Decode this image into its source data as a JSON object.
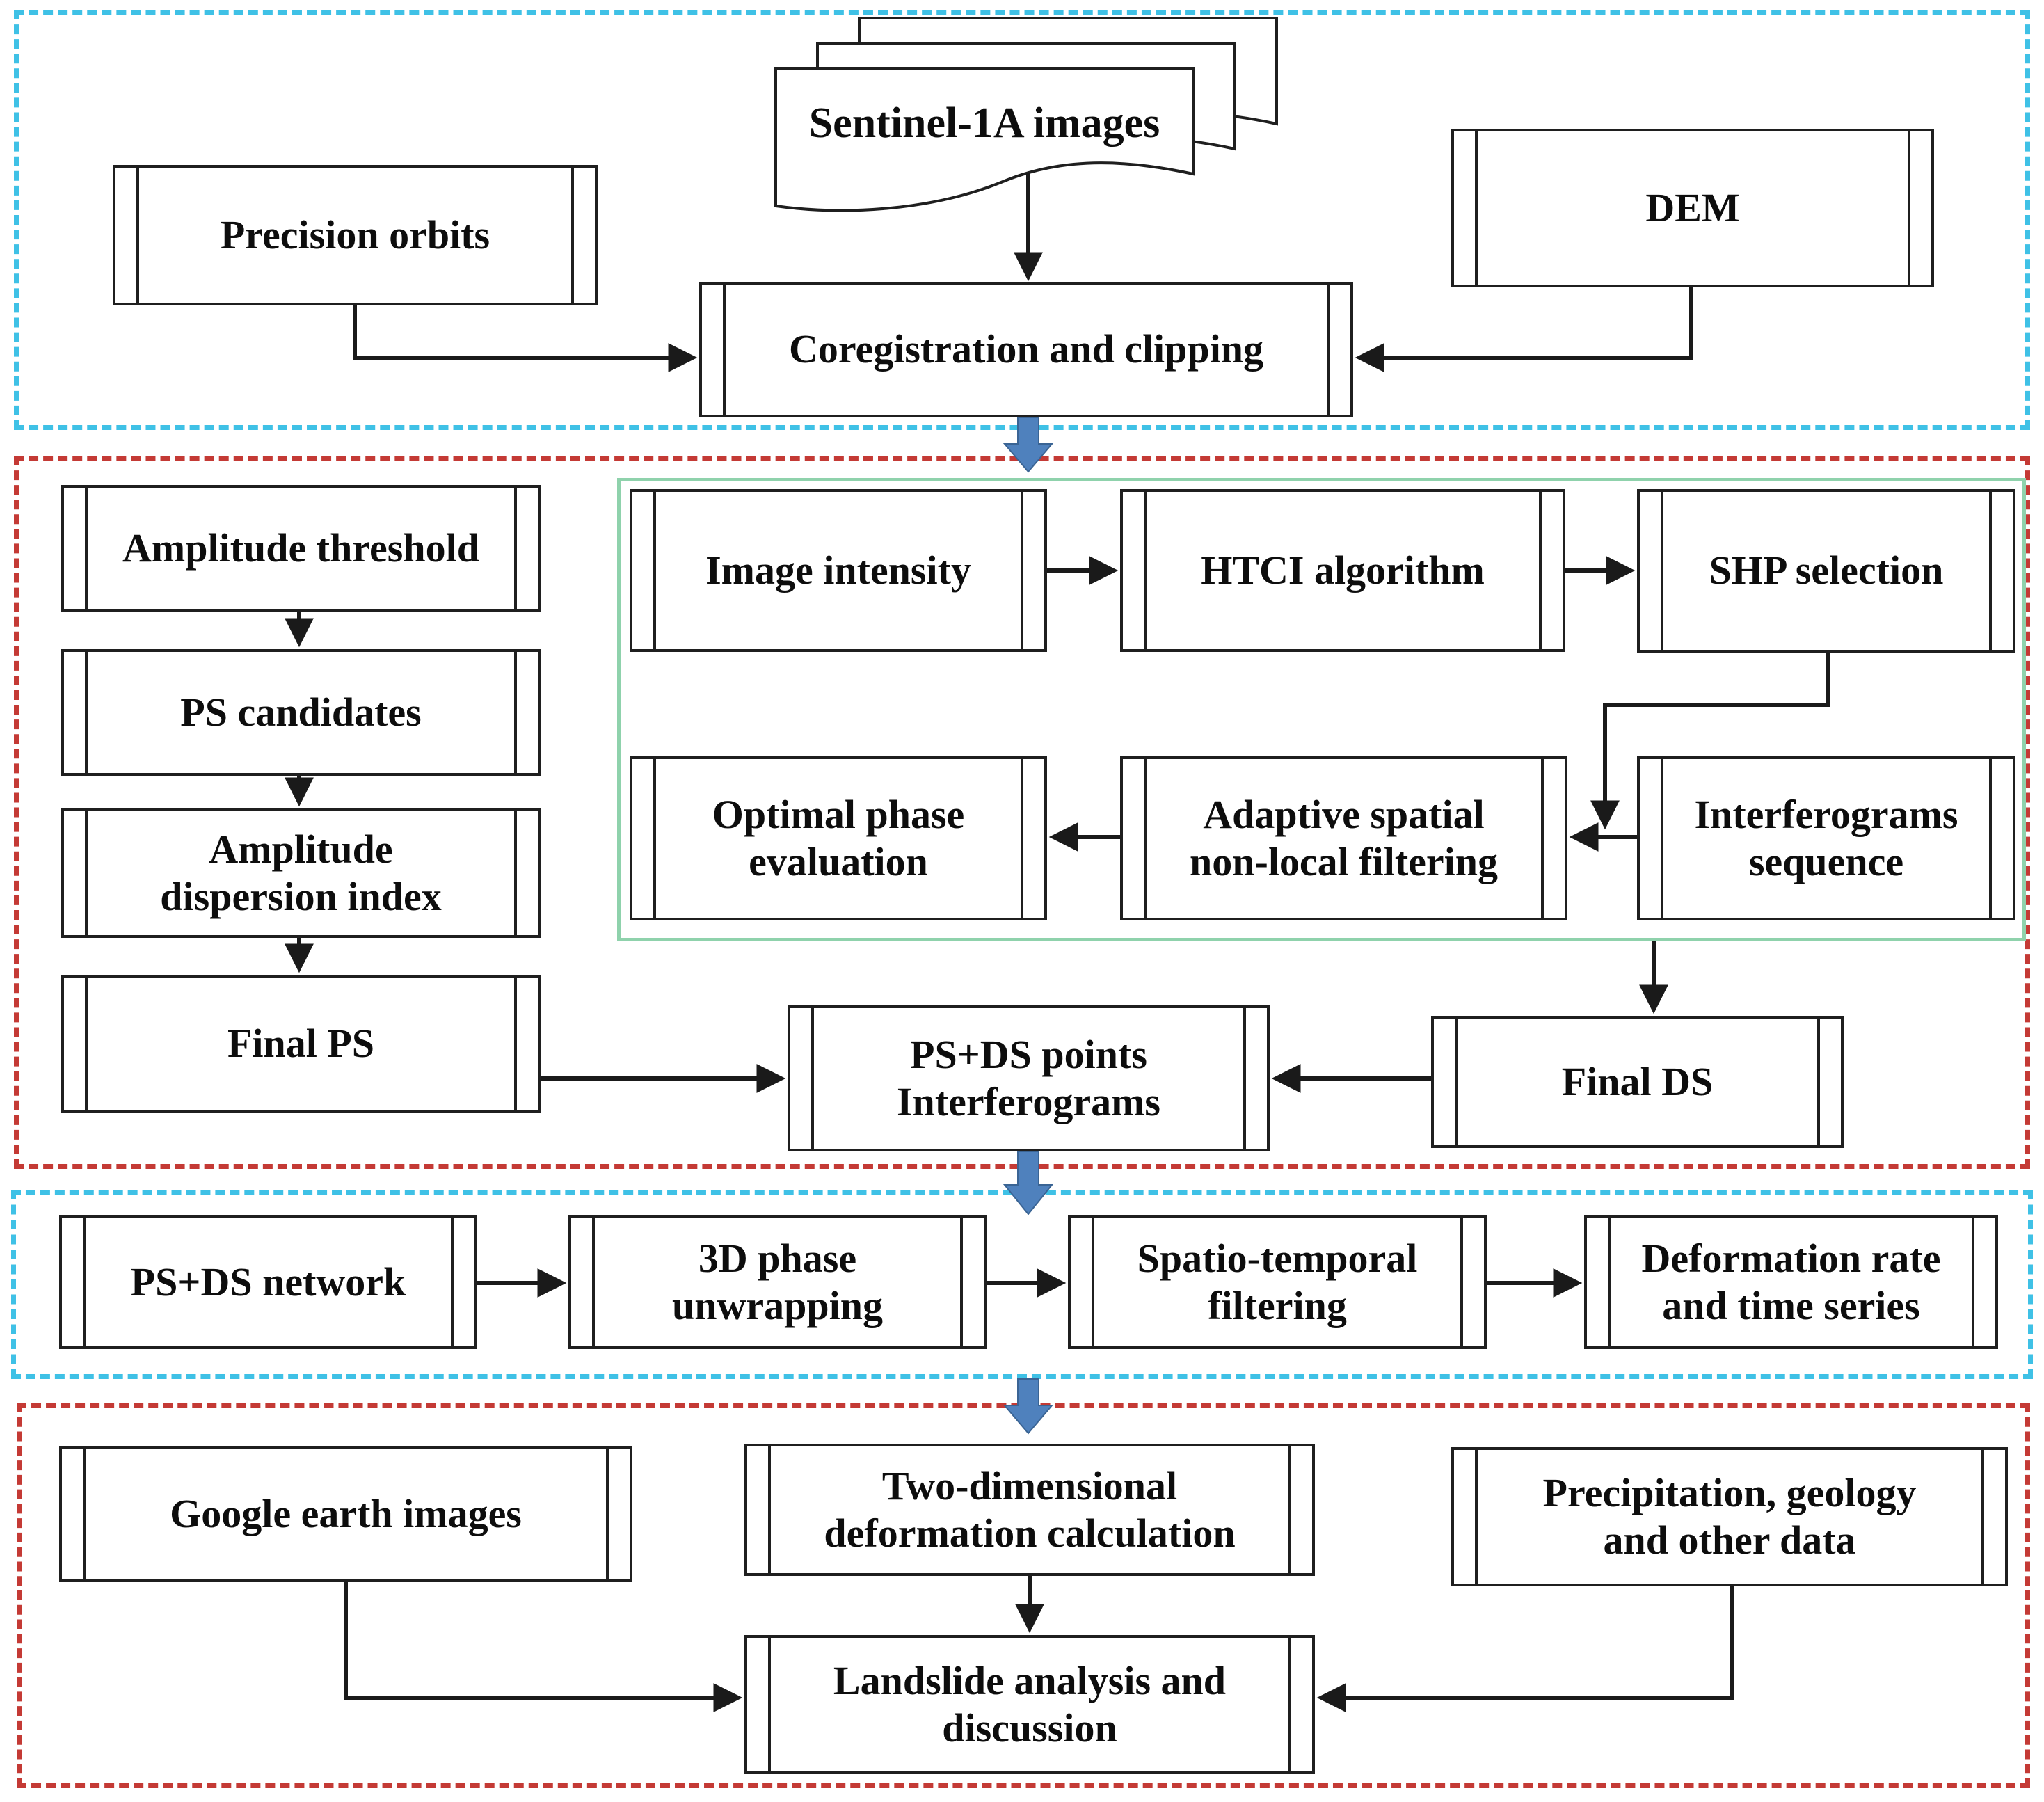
{
  "nodes": {
    "sentinel": "Sentinel-1A images",
    "precision_orbits": "Precision orbits",
    "dem": "DEM",
    "coregistration": "Coregistration and clipping",
    "amplitude_threshold": "Amplitude threshold",
    "ps_candidates": "PS candidates",
    "amplitude_dispersion_index": "Amplitude\ndispersion index",
    "final_ps": "Final PS",
    "image_intensity": "Image intensity",
    "htci_algorithm": "HTCI algorithm",
    "shp_selection": "SHP selection",
    "optimal_phase_evaluation": "Optimal phase\nevaluation",
    "adaptive_filtering": "Adaptive spatial\nnon-local filtering",
    "interferograms_sequence": "Interferograms\nsequence",
    "psds_points": "PS+DS points\nInterferograms",
    "final_ds": "Final DS",
    "psds_network": "PS+DS network",
    "phase_unwrapping": "3D phase\nunwrapping",
    "spatio_temporal": "Spatio-temporal\nfiltering",
    "deformation_rate": "Deformation rate\nand time series",
    "google_earth": "Google earth images",
    "two_dimensional": "Two-dimensional\ndeformation calculation",
    "precipitation": "Precipitation, geology\nand other data",
    "landslide": "Landslide analysis and\ndiscussion"
  },
  "colors": {
    "cyan_border": "#3fc1e6",
    "red_border": "#c43a35",
    "green_border": "#8fd2ac",
    "arrow_blue": "#4f81bd",
    "box_border": "#1f1f1f",
    "connector": "#1a1a1a"
  }
}
